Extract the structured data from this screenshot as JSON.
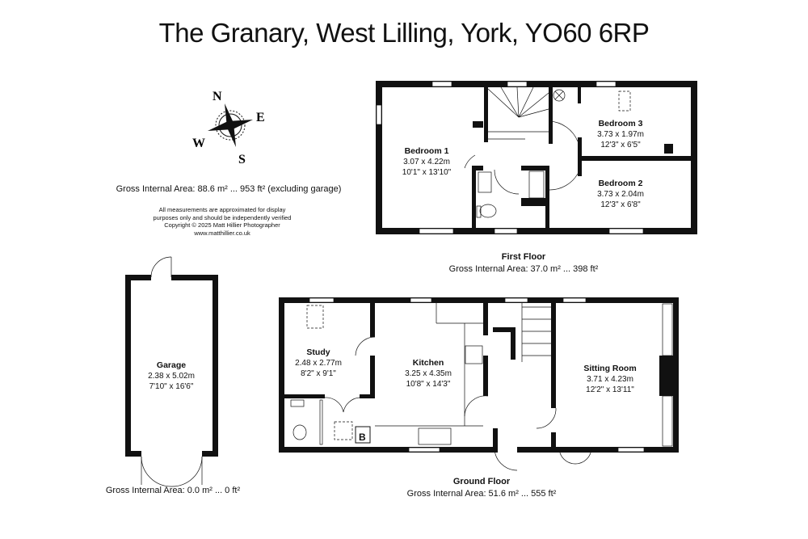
{
  "title": "The Granary, West Lilling, York, YO60 6RP",
  "compass": {
    "n": "N",
    "e": "E",
    "s": "S",
    "w": "W"
  },
  "gross_total": "Gross Internal Area: 88.6 m² ... 953 ft² (excluding garage)",
  "disclaimer": [
    "All measurements are approximated for display",
    "purposes only and should be independently verified",
    "Copyright © 2025 Matt Hillier Photographer",
    "www.matthillier.co.uk"
  ],
  "first_floor": {
    "name": "First Floor",
    "area": "Gross Internal Area: 37.0 m² ... 398 ft²",
    "rooms": [
      {
        "name": "Bedroom 1",
        "metric": "3.07 x 4.22m",
        "imperial": "10'1\" x 13'10\""
      },
      {
        "name": "Bedroom 3",
        "metric": "3.73 x 1.97m",
        "imperial": "12'3\" x 6'5\""
      },
      {
        "name": "Bedroom 2",
        "metric": "3.73 x 2.04m",
        "imperial": "12'3\" x 6'8\""
      }
    ]
  },
  "ground_floor": {
    "name": "Ground Floor",
    "area": "Gross Internal Area: 51.6 m² ... 555 ft²",
    "boiler_label": "B",
    "rooms": [
      {
        "name": "Study",
        "metric": "2.48 x 2.77m",
        "imperial": "8'2\" x 9'1\""
      },
      {
        "name": "Kitchen",
        "metric": "3.25 x 4.35m",
        "imperial": "10'8\" x 14'3\""
      },
      {
        "name": "Sitting Room",
        "metric": "3.71 x 4.23m",
        "imperial": "12'2\" x 13'11\""
      }
    ]
  },
  "garage": {
    "name": "Garage",
    "metric": "2.38 x 5.02m",
    "imperial": "7'10\" x 16'6\"",
    "area": "Gross Internal Area: 0.0 m² ... 0 ft²"
  }
}
